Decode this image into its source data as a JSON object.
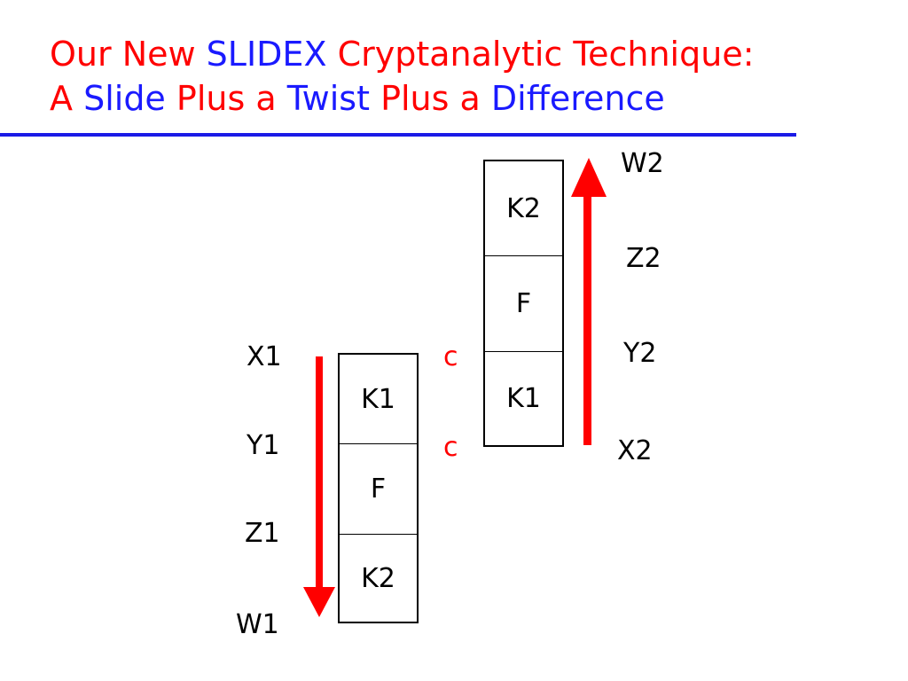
{
  "title": {
    "line1_a": "Our New ",
    "line1_b": "SLIDEX",
    "line1_c": " Cryptanalytic Technique:",
    "line2_a": "A ",
    "line2_b": "Slide",
    "line2_c": " Plus a ",
    "line2_d": "Twist",
    "line2_e": " Plus a ",
    "line2_f": "Difference"
  },
  "left_box": {
    "cells": [
      "K1",
      "F",
      "K2"
    ]
  },
  "right_box": {
    "cells": [
      "K2",
      "F",
      "K1"
    ]
  },
  "left_labels": {
    "x": "X1",
    "y": "Y1",
    "z": "Z1",
    "w": "W1"
  },
  "right_labels": {
    "w": "W2",
    "z": "Z2",
    "y": "Y2",
    "x": "X2"
  },
  "connectors": {
    "top": "c",
    "bottom": "c"
  },
  "colors": {
    "title_red": "#ff0000",
    "title_blue": "#1a1aff",
    "rule": "#1a1ae6",
    "arrow": "#ff0000"
  }
}
